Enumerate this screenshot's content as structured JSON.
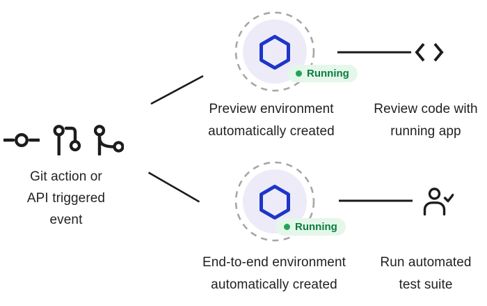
{
  "colors": {
    "text": "#212121",
    "icon": "#1c1c1c",
    "line": "#1a1a1a",
    "ring": "#a6a6a6",
    "node_fill": "#edebf8",
    "hexagon": "#1d36c9",
    "badge_bg": "#e5f7ea",
    "badge_text": "#0a7d3d",
    "badge_dot": "#23a455"
  },
  "source": {
    "icons": [
      "git-commit-icon",
      "git-pull-request-icon",
      "git-branch-icon"
    ],
    "label_lines": [
      "Git action or",
      "API triggered",
      "event"
    ]
  },
  "branches": [
    {
      "id": "preview",
      "node": {
        "icon": "environment-hexagon-icon",
        "status": "Running"
      },
      "label_lines": [
        "Preview environment",
        "automatically created"
      ],
      "outcome": {
        "icon": "code-icon",
        "label_lines": [
          "Review code with",
          "running app"
        ]
      }
    },
    {
      "id": "end-to-end",
      "node": {
        "icon": "environment-hexagon-icon",
        "status": "Running"
      },
      "label_lines": [
        "End-to-end environment",
        "automatically created"
      ],
      "outcome": {
        "icon": "user-check-icon",
        "label_lines": [
          "Run automated",
          "test suite"
        ]
      }
    }
  ]
}
